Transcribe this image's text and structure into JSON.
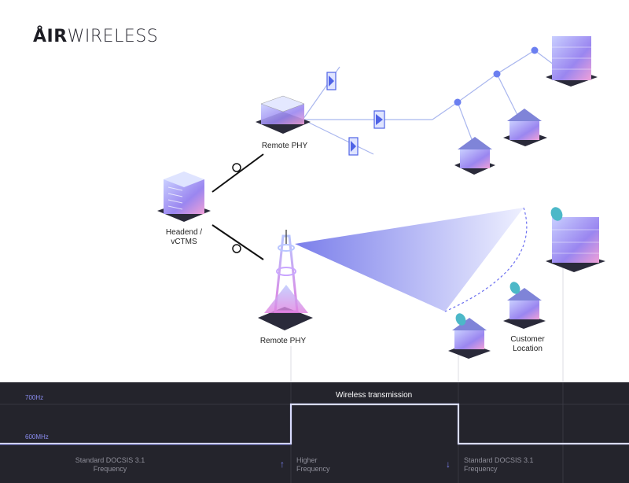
{
  "logo": {
    "bold": "ÅIR",
    "light": "WIRELESS"
  },
  "labels": {
    "remote_phy_top": "Remote PHY",
    "headend_line1": "Headend /",
    "headend_line2": "vCTMS",
    "remote_phy_tower": "Remote PHY",
    "customer_line1": "Customer",
    "customer_line2": "Location"
  },
  "band": {
    "freq_700": "700Hz",
    "freq_600": "600MHz",
    "wireless": "Wireless transmission",
    "docsis_left_1": "Standard DOCSIS 3.1",
    "docsis_left_2": "Frequency",
    "higher_1": "Higher",
    "higher_2": "Frequency",
    "docsis_right_1": "Standard DOCSIS 3.1",
    "docsis_right_2": "Frequency",
    "up_arrow": "↑",
    "down_arrow": "↓"
  },
  "colors": {
    "accent": "#6b6ff0",
    "band_bg": "#24242c",
    "signal": "#d9dcff"
  }
}
